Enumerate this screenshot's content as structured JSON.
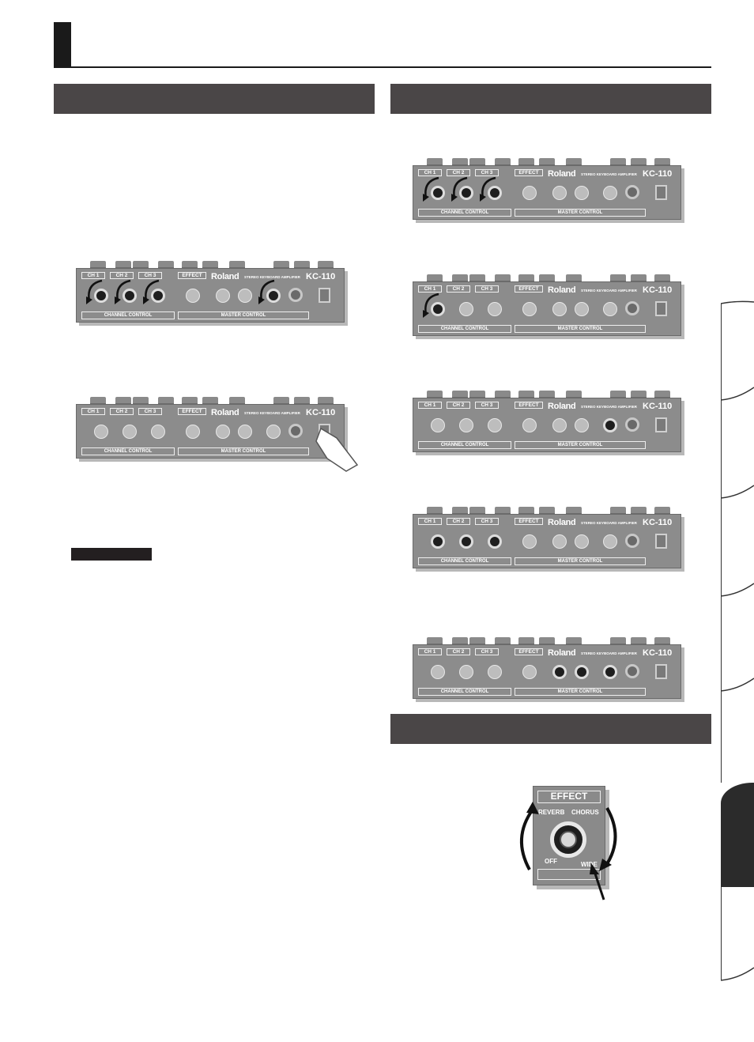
{
  "amp_panel": {
    "channel_labels": [
      "CH 1",
      "CH 2",
      "CH 3"
    ],
    "effect_label": "EFFECT",
    "brand": "Roland",
    "subtitle": "STEREO KEYBOARD AMPLIFIER",
    "model": "KC-110",
    "channel_control": "CHANNEL CONTROL",
    "master_control": "MASTER CONTROL"
  },
  "effect_closeup": {
    "title": "EFFECT",
    "reverb": "REVERB",
    "chorus": "CHORUS",
    "off": "OFF",
    "wide": "WIDE"
  },
  "colors": {
    "section_bar": "#4a4647",
    "panel": "#8c8c8c",
    "knob_highlight": "#1e1e1e"
  }
}
